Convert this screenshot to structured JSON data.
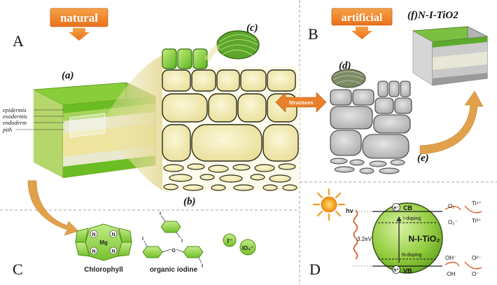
{
  "panels": {
    "A": "A",
    "B": "B",
    "C": "C",
    "D": "D"
  },
  "headers": {
    "natural": "natural",
    "artificial": "artificial"
  },
  "sublabels": {
    "a": "(a)",
    "b": "(b)",
    "c": "(c)",
    "d": "(d)",
    "e": "(e)",
    "f": "(f)N-I-TiO2"
  },
  "leaf_layers": [
    "epidermis",
    "exodermis",
    "endoderm",
    "pith"
  ],
  "structures_label": "Structures",
  "molecules": {
    "chlorophyll": "Chlorophyll",
    "organic_iodine": "organic iodine",
    "mg": "Mg",
    "n": "N",
    "i": "I",
    "o": "O",
    "iodide": "I⁻",
    "iodate": "IO₃⁻"
  },
  "band": {
    "hv": "hv",
    "cb": "CB",
    "vb": "VB",
    "e": "e⁻",
    "h": "h⁺",
    "i_doping": "I-doping",
    "n_doping": "N-doping",
    "gap": "3.2eV",
    "material": "N-I-TiO₂",
    "o2": "O₂",
    "o2_minus": "O₂⁻",
    "ti4": "Ti⁴⁺",
    "ti3": "Ti³⁺",
    "oh_minus": "OH⁻",
    "o_minus_top": "O²⁻",
    "oh": "·OH",
    "o_minus": "O⁻"
  },
  "colors": {
    "header_orange": "#ef7d1a",
    "green": "#6fc22a",
    "cell_yellow": "#f2ecb0",
    "gray_cell": "#c5c5c5",
    "arrow_orange": "#e07b28",
    "sphere_green": "#7fbf3a",
    "sun": "#f39a1e"
  }
}
